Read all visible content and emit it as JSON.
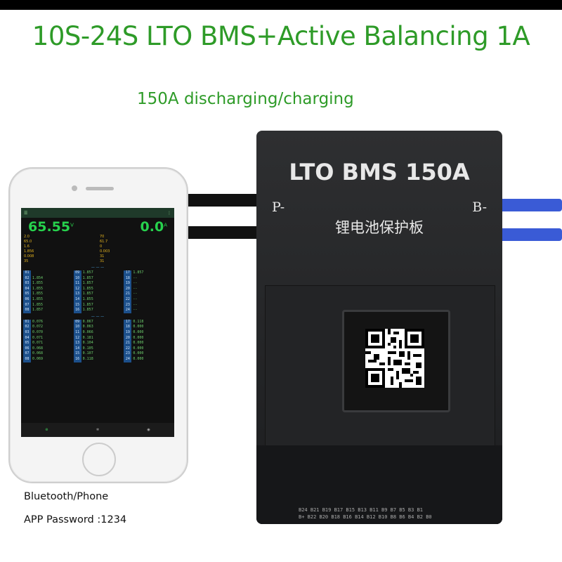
{
  "headline": "10S-24S LTO BMS+Active Balancing 1A",
  "subheadline": "150A discharging/charging",
  "captions": {
    "line1": "Bluetooth/Phone",
    "line2": "APP Password :1234"
  },
  "bms_board": {
    "title": "LTO BMS 150A",
    "left_terminal": "P-",
    "right_terminal": "B-",
    "chinese_label": "锂电池保护板",
    "pins_row1": "B24 B21 B19 B17 B15 B13 B11 B9 B7 B5 B3 B1",
    "pins_row2": "B+ B22 B20 B18 B16 B14 B12 B10 B8 B6 B4 B2 B0"
  },
  "phone_app": {
    "voltage": "65.55",
    "voltage_unit": "V",
    "current": "0.0",
    "current_unit": "A",
    "stat_left": [
      "2.0",
      "65.0",
      "1.6",
      "1.856",
      "0.008",
      "35"
    ],
    "stat_right": [
      "70",
      "61.7",
      "0",
      "0.003",
      "31",
      "31"
    ],
    "cells": [
      {
        "n": "01",
        "v": "",
        "red": true
      },
      {
        "n": "09",
        "v": "1.857"
      },
      {
        "n": "17",
        "v": "1.857"
      },
      {
        "n": "02",
        "v": "1.854"
      },
      {
        "n": "10",
        "v": "1.857"
      },
      {
        "n": "18",
        "v": "--"
      },
      {
        "n": "03",
        "v": "1.855"
      },
      {
        "n": "11",
        "v": "1.857"
      },
      {
        "n": "19",
        "v": "--"
      },
      {
        "n": "04",
        "v": "1.855"
      },
      {
        "n": "12",
        "v": "1.855"
      },
      {
        "n": "20",
        "v": "--"
      },
      {
        "n": "05",
        "v": "1.855"
      },
      {
        "n": "13",
        "v": "1.857"
      },
      {
        "n": "21",
        "v": "--"
      },
      {
        "n": "06",
        "v": "1.855"
      },
      {
        "n": "14",
        "v": "1.855"
      },
      {
        "n": "22",
        "v": "--"
      },
      {
        "n": "07",
        "v": "1.855"
      },
      {
        "n": "15",
        "v": "1.857"
      },
      {
        "n": "23",
        "v": "--"
      },
      {
        "n": "08",
        "v": "1.857"
      },
      {
        "n": "16",
        "v": "1.857"
      },
      {
        "n": "24",
        "v": "--"
      }
    ],
    "resistances": [
      {
        "n": "01",
        "v": "0.076"
      },
      {
        "n": "09",
        "v": "0.067"
      },
      {
        "n": "17",
        "v": "0.118"
      },
      {
        "n": "02",
        "v": "0.072"
      },
      {
        "n": "10",
        "v": "0.063"
      },
      {
        "n": "18",
        "v": "0.000"
      },
      {
        "n": "03",
        "v": "0.070"
      },
      {
        "n": "11",
        "v": "0.066"
      },
      {
        "n": "19",
        "v": "0.000"
      },
      {
        "n": "04",
        "v": "0.071"
      },
      {
        "n": "12",
        "v": "0.181"
      },
      {
        "n": "20",
        "v": "0.000"
      },
      {
        "n": "05",
        "v": "0.071"
      },
      {
        "n": "13",
        "v": "0.104"
      },
      {
        "n": "21",
        "v": "0.000"
      },
      {
        "n": "06",
        "v": "0.068"
      },
      {
        "n": "14",
        "v": "0.105"
      },
      {
        "n": "22",
        "v": "0.000"
      },
      {
        "n": "07",
        "v": "0.068"
      },
      {
        "n": "15",
        "v": "0.107"
      },
      {
        "n": "23",
        "v": "0.000"
      },
      {
        "n": "08",
        "v": "0.069"
      },
      {
        "n": "16",
        "v": "0.118"
      },
      {
        "n": "24",
        "v": "0.000"
      }
    ]
  },
  "colors": {
    "headline_green": "#2e9b28",
    "board_black": "#1c1d1f",
    "cable_blue": "#3a5bd6",
    "app_value_green": "#27d14d"
  }
}
